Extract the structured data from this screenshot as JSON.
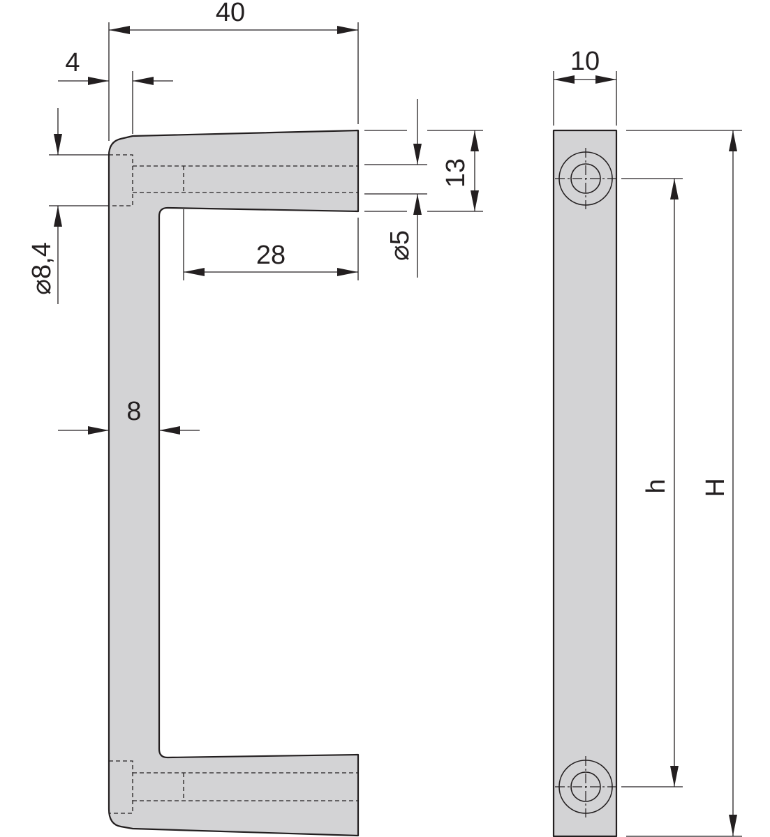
{
  "dimensions": {
    "overall_depth": "40",
    "offset": "4",
    "bore_diameter": "⌀8,4",
    "leg_height": "13",
    "hole_diameter": "⌀5",
    "hole_depth": "28",
    "bar_thickness": "8",
    "bar_width": "10",
    "hole_spacing": "h",
    "overall_height": "H"
  }
}
